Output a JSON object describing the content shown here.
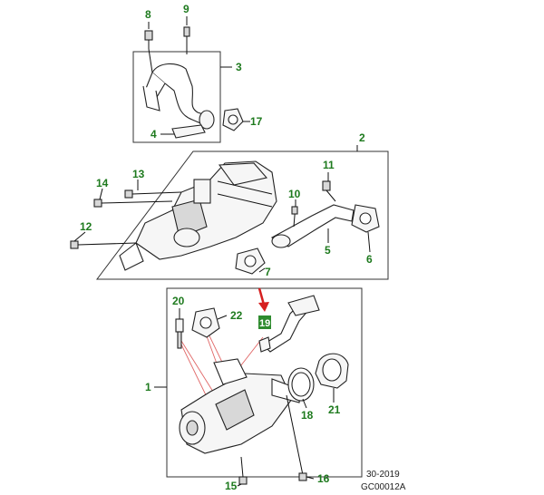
{
  "callouts": {
    "p1": "1",
    "p2": "2",
    "p3": "3",
    "p4": "4",
    "p5": "5",
    "p6": "6",
    "p7": "7",
    "p8": "8",
    "p9": "9",
    "p10": "10",
    "p11": "11",
    "p12": "12",
    "p13": "13",
    "p14": "14",
    "p15": "15",
    "p16": "16",
    "p17": "17",
    "p18": "18",
    "p19": "19",
    "p20": "20",
    "p21": "21",
    "p22": "22"
  },
  "footer": {
    "date": "30-2019",
    "code": "GC00012A"
  },
  "colors": {
    "callout": "#1e7a1e",
    "highlight": "#2e8b2e",
    "arrow": "#d62020"
  }
}
